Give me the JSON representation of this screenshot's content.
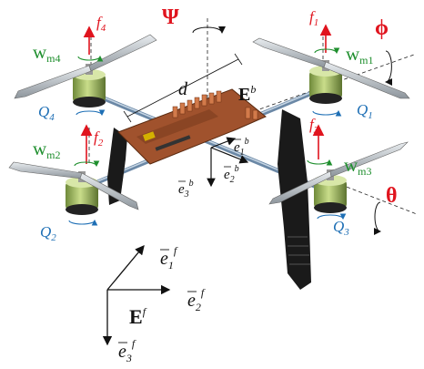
{
  "colors": {
    "force": "#e0141e",
    "torque": "#1e6fb5",
    "speed": "#1f8f2e",
    "attitude": "#e0141e",
    "frame": "#111111",
    "arm": "#6b88a6",
    "board": "#a0522d",
    "motor": "#a9c46a"
  },
  "rotors": [
    {
      "id": "rotor-1",
      "force": "f1",
      "speed": "wm1",
      "torque": "Q1"
    },
    {
      "id": "rotor-2",
      "force": "f2",
      "speed": "wm2",
      "torque": "Q2"
    },
    {
      "id": "rotor-3",
      "force": "f3",
      "speed": "wm3",
      "torque": "Q3"
    },
    {
      "id": "rotor-4",
      "force": "f4",
      "speed": "wm4",
      "torque": "Q4"
    }
  ],
  "forces": {
    "f1": {
      "base": "f",
      "sub": "1"
    },
    "f2": {
      "base": "f",
      "sub": "2"
    },
    "f3": {
      "base": "f",
      "sub": "3"
    },
    "f4": {
      "base": "f",
      "sub": "4"
    }
  },
  "speeds": {
    "wm1": {
      "base": "w",
      "sub": "m1"
    },
    "wm2": {
      "base": "w",
      "sub": "m2"
    },
    "wm3": {
      "base": "w",
      "sub": "m3"
    },
    "wm4": {
      "base": "w",
      "sub": "m4"
    }
  },
  "torques": {
    "Q1": {
      "base": "Q",
      "sub": "1"
    },
    "Q2": {
      "base": "Q",
      "sub": "2"
    },
    "Q3": {
      "base": "Q",
      "sub": "3"
    },
    "Q4": {
      "base": "Q",
      "sub": "4"
    }
  },
  "attitude": {
    "psi": "Ψ",
    "phi": "ϕ",
    "theta": "θ"
  },
  "arm_length_label": "d",
  "body_frame": {
    "name": {
      "base": "E",
      "sup": "b"
    },
    "e1": {
      "base": "e",
      "sub": "1",
      "sup": "b"
    },
    "e2": {
      "base": "e",
      "sub": "2",
      "sup": "b"
    },
    "e3": {
      "base": "e",
      "sub": "3",
      "sup": "b"
    }
  },
  "fixed_frame": {
    "name": {
      "base": "E",
      "sup": "f"
    },
    "e1": {
      "base": "e",
      "sub": "1",
      "sup": "f"
    },
    "e2": {
      "base": "e",
      "sub": "2",
      "sup": "f"
    },
    "e3": {
      "base": "e",
      "sub": "3",
      "sup": "f"
    }
  }
}
